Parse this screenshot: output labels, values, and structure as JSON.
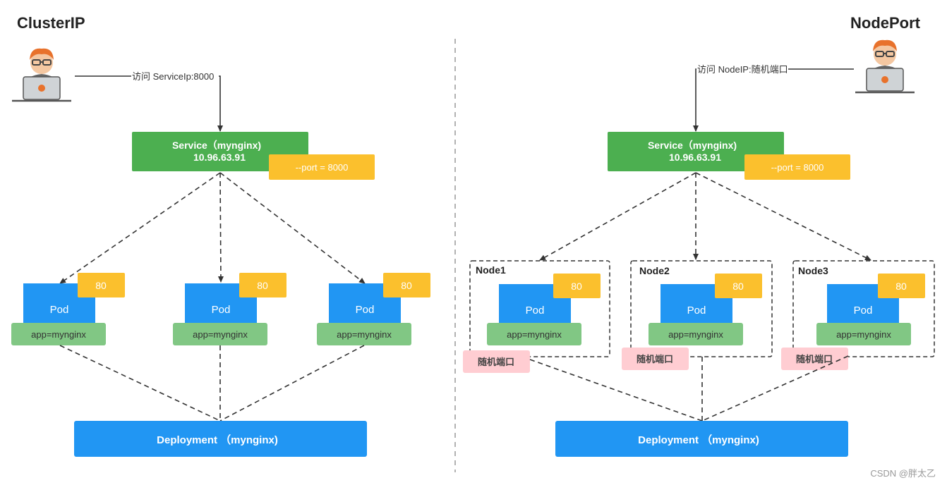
{
  "left": {
    "title": "ClusterIP",
    "access_label": "访问 ServiceIp:8000",
    "service": {
      "line1": "Service（mynginx)",
      "line2": "10.96.63.91",
      "port": "--port = 8000"
    },
    "pods": [
      {
        "name": "Pod",
        "port": "80",
        "label": "app=mynginx"
      },
      {
        "name": "Pod",
        "port": "80",
        "label": "app=mynginx"
      },
      {
        "name": "Pod",
        "port": "80",
        "label": "app=mynginx"
      }
    ],
    "deployment": "Deployment （mynginx)"
  },
  "right": {
    "title": "NodePort",
    "access_label": "访问 NodeIP:随机端口",
    "service": {
      "line1": "Service（mynginx)",
      "line2": "10.96.63.91",
      "port": "--port = 8000"
    },
    "nodes": [
      {
        "name": "Node1",
        "pod": "Pod",
        "port": "80",
        "label": "app=mynginx",
        "random_port": "随机端口"
      },
      {
        "name": "Node2",
        "pod": "Pod",
        "port": "80",
        "label": "app=mynginx",
        "random_port": "随机端口"
      },
      {
        "name": "Node3",
        "pod": "Pod",
        "port": "80",
        "label": "app=mynginx",
        "random_port": "随机端口"
      }
    ],
    "deployment": "Deployment （mynginx)"
  },
  "watermark": "CSDN @胖太乙",
  "colors": {
    "service": "#4caf50",
    "port": "#fbc02d",
    "pod": "#2196f3",
    "label": "#81c784",
    "random_port": "#ffcdd2",
    "deployment": "#2196f3"
  },
  "icons": {
    "user": "developer-at-laptop-icon"
  }
}
